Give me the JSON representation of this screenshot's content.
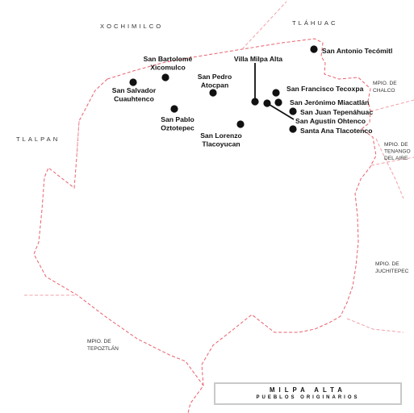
{
  "map": {
    "title": "MILPA ALTA",
    "subtitle": "PUEBLOS ORIGINARIOS"
  },
  "neighbors": {
    "xochimilco": "XOCHIMILCO",
    "tlahuac": "TLÁHUAC",
    "tlalpan": "TLALPAN",
    "chalco": [
      "MPIO. DE",
      "CHALCO"
    ],
    "tenango": [
      "MPIO. DE",
      "TENANGO",
      "DEL AIRE"
    ],
    "juchitepec": [
      "MPIO. DE",
      "JUCHITEPEC"
    ],
    "tepoztlan": [
      "MPIO. DE",
      "TEPOZTLÁN"
    ]
  },
  "towns": {
    "san_antonio_tecomitl": [
      "San Antonio Tecómitl"
    ],
    "villa_milpa_alta": [
      "Villa Milpa Alta"
    ],
    "san_bartolome_xicomulco": [
      "San Bartolomé",
      "Xicomulco"
    ],
    "san_salvador_cuauhtenco": [
      "San Salvador",
      "Cuauhtenco"
    ],
    "san_pedro_atocpan": [
      "San Pedro",
      "Atocpan"
    ],
    "san_pablo_oztotepec": [
      "San Pablo",
      "Oztotepec"
    ],
    "san_lorenzo_tlacoyucan": [
      "San Lorenzo",
      "Tlacoyucan"
    ],
    "san_francisco_tecoxpa": [
      "San Francisco Tecoxpa"
    ],
    "san_jeronimo_miacatlan": [
      "San Jerónimo Miacatlán"
    ],
    "san_juan_tepenahuac": [
      "San Juan Tepenáhuac"
    ],
    "san_agustin_ohtenco": [
      "San Agustín Ohtenco"
    ],
    "santa_ana_tlacotenco": [
      "Santa Ana Tlacotenco"
    ]
  },
  "colors": {
    "border": "#e8606c",
    "town_marker": "#111111"
  }
}
